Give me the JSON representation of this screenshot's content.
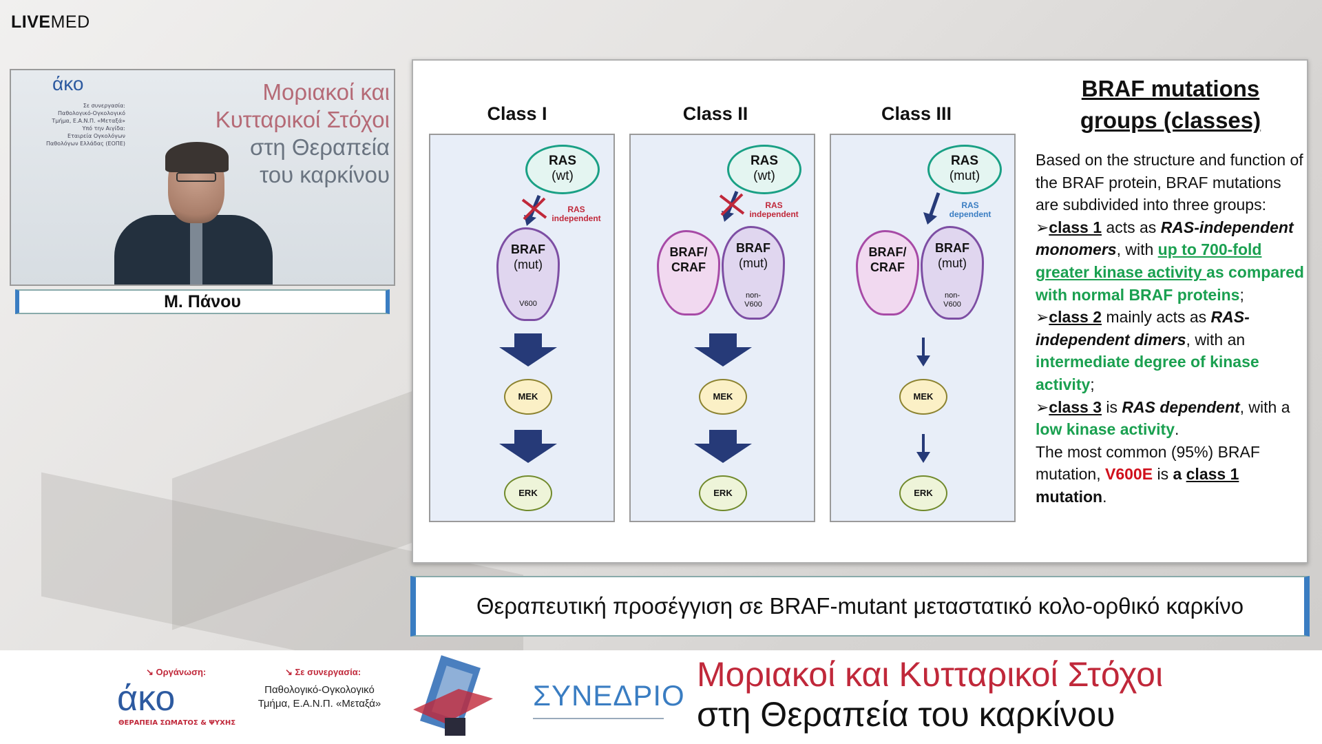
{
  "brand": {
    "bold": "LIVE",
    "light": "MED"
  },
  "video": {
    "poster_logo": "άκο",
    "poster_notes": [
      "Σε συνεργασία:",
      "Παθολογικό-Ογκολογικό Τμήμα, Ε.Α.Ν.Π. «Μεταξά»",
      "Υπό την Αιγίδα:",
      "Εταιρεία Ογκολόγων Παθολόγων Ελλάδας (ΕΟΠΕ)"
    ],
    "poster_title_lines": [
      "Μοριακοί και",
      "Κυτταρικοί Στόχοι",
      "στη Θεραπεία",
      "του καρκίνου"
    ]
  },
  "speaker": {
    "name": "Μ. Πάνου"
  },
  "slide": {
    "classes": [
      {
        "title": "Class I",
        "ras": [
          "RAS",
          "(wt)"
        ],
        "tag": [
          "RAS",
          "independent"
        ],
        "braf": [
          "BRAF",
          "(mut)",
          "V600"
        ],
        "craf": null,
        "mek": "MEK",
        "erk": "ERK"
      },
      {
        "title": "Class II",
        "ras": [
          "RAS",
          "(wt)"
        ],
        "tag": [
          "RAS",
          "independent"
        ],
        "braf": [
          "BRAF",
          "(mut)",
          "non-",
          "V600"
        ],
        "craf": [
          "BRAF/",
          "CRAF"
        ],
        "mek": "MEK",
        "erk": "ERK"
      },
      {
        "title": "Class III",
        "ras": [
          "RAS",
          "(mut)"
        ],
        "tag": [
          "RAS",
          "dependent"
        ],
        "braf": [
          "BRAF",
          "(mut)",
          "non-",
          "V600"
        ],
        "craf": [
          "BRAF/",
          "CRAF"
        ],
        "mek": "MEK",
        "erk": "ERK"
      }
    ],
    "heading_lines": [
      "BRAF mutations",
      "groups (classes)"
    ],
    "text": {
      "intro": "Based on the structure and function of the BRAF protein, BRAF mutations are subdivided into three groups:",
      "c1_bullet": "➢",
      "c1_label": "class 1",
      "c1_a": " acts as ",
      "c1_b": "RAS-independent monomers",
      "c1_c": ", with ",
      "c1_d": "up to 700-fold greater kinase activity ",
      "c1_e": "as compared with normal BRAF proteins",
      "c1_f": ";",
      "c2_label": "class 2",
      "c2_a": " mainly acts as ",
      "c2_b": "RAS-independent dimers",
      "c2_c": ", with an ",
      "c2_d": "intermediate degree of kinase activity",
      "c2_e": ";",
      "c3_label": "class 3",
      "c3_a": " is ",
      "c3_b": "RAS dependent",
      "c3_c": ", with a ",
      "c3_d": "low kinase activity",
      "c3_e": ".",
      "end_a": "The most common (95%) BRAF mutation, ",
      "end_b": "V600E",
      "end_c": " is ",
      "end_d": "a ",
      "end_e": "class 1",
      "end_f": " mutation",
      "end_g": "."
    }
  },
  "caption": "Θεραπευτική προσέγγιση σε BRAF-mutant μεταστατικό κολο-ορθικό καρκίνο",
  "footer": {
    "org_label": "↘ Οργάνωση:",
    "org_logo": "άκο",
    "org_logo_sub": "ΘΕΡΑΠΕΙΑ ΣΩΜΑΤΟΣ & ΨΥΧΗΣ",
    "collab_label": "↘ Σε συνεργασία:",
    "collab_lines": [
      "Παθολογικό-Ογκολογικό",
      "Τμήμα, Ε.Α.Ν.Π. «Μεταξά»"
    ],
    "synedrio": "ΣΥΝΕΔΡΙΟ",
    "title1": "Μοριακοί και Κυτταρικοί Στόχοι",
    "title2": "στη Θεραπεία του καρκίνου"
  },
  "colors": {
    "accent_blue": "#3a7dc2",
    "accent_red": "#c0283a",
    "green_text": "#1aa050",
    "arrow_navy": "#263a78"
  }
}
